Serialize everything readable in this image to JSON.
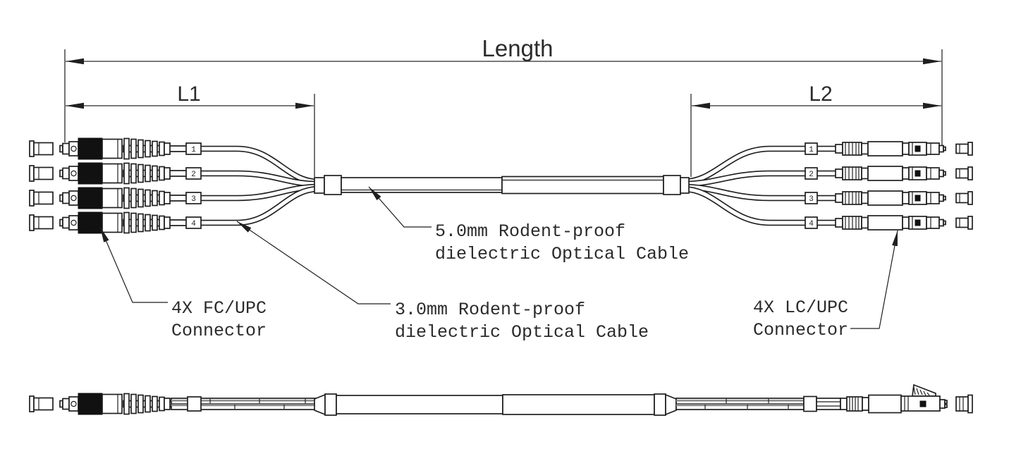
{
  "figure": {
    "dimensions": {
      "overall_label": "Length",
      "left_breakout_label": "L1",
      "right_breakout_label": "L2"
    },
    "annotations": {
      "trunk_cable": {
        "line1": "5.0mm Rodent-proof",
        "line2": "dielectric Optical Cable"
      },
      "branch_cable": {
        "line1": "3.0mm Rodent-proof",
        "line2": "dielectric Optical Cable"
      },
      "left_connectors": {
        "line1": "4X FC/UPC",
        "line2": "Connector"
      },
      "right_connectors": {
        "line1": "4X LC/UPC",
        "line2": "Connector"
      }
    },
    "cable_numbers": [
      "1",
      "2",
      "3",
      "4"
    ],
    "colors": {
      "line": "#1f1f1f",
      "black_fill": "#111111",
      "background": "#ffffff",
      "stripe": "#8f8f8f"
    }
  }
}
